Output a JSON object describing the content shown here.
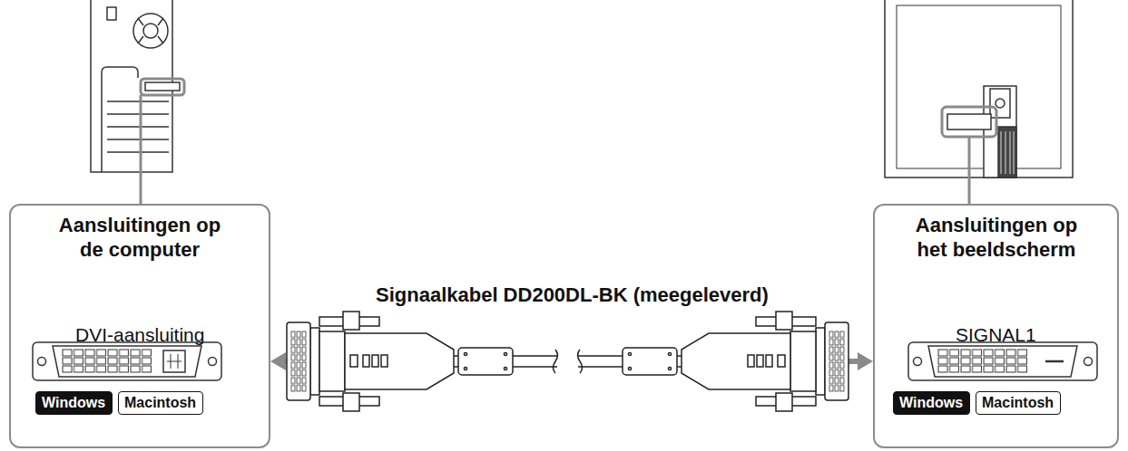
{
  "diagram": {
    "nodes": [
      {
        "text": [
          "Aansluitingen op de computer",
          "DVI-aansluiting"
        ]
      },
      {
        "text": [
          "Windows"
        ],
        "in": 0
      },
      {
        "text": [
          "Macintosh"
        ],
        "in": 0
      },
      {
        "text": [
          "Aansluitingen op het beeldscherm",
          "SIGNAL1"
        ]
      },
      {
        "text": [
          "Windows"
        ],
        "in": 3
      },
      {
        "text": [
          "Macintosh"
        ],
        "in": 3
      }
    ],
    "edges": [
      {
        "from": 0,
        "to": 3,
        "arrow": "both",
        "label": "Signaalkabel DD200DL-BK (meegeleverd)"
      }
    ]
  }
}
